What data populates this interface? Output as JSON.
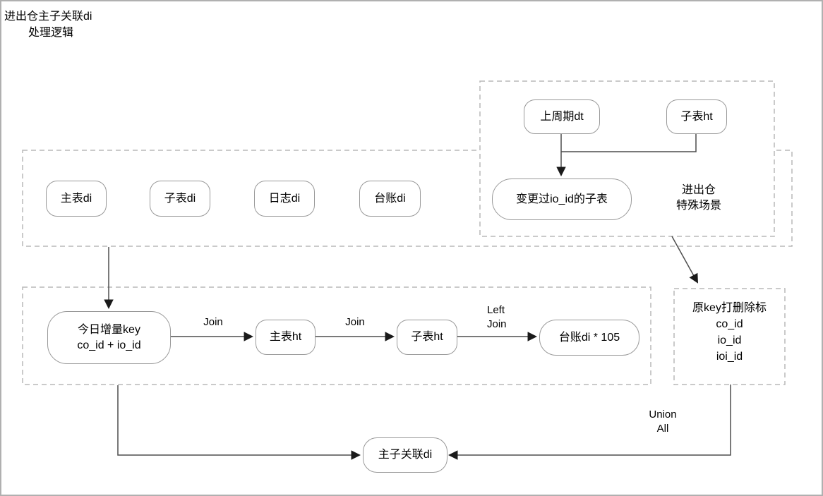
{
  "title": {
    "line1": "进出仓主子关联di",
    "line2": "处理逻辑"
  },
  "groups": {
    "special_scene": {
      "label_line1": "进出仓",
      "label_line2": "特殊场景"
    },
    "delete_mark": {
      "line1": "原key打删除标",
      "line2": "co_id",
      "line3": "io_id",
      "line4": "ioi_id"
    }
  },
  "nodes": {
    "last_cycle_dt": "上周期dt",
    "child_table_ht_top": "子表ht",
    "changed_io_id_child": "变更过io_id的子表",
    "main_table_di": "主表di",
    "child_table_di": "子表di",
    "log_di": "日志di",
    "ledger_di": "台账di",
    "today_incr_key_line1": "今日增量key",
    "today_incr_key_line2": "co_id + io_id",
    "main_table_ht": "主表ht",
    "child_table_ht": "子表ht",
    "ledger_di_105": "台账di * 105",
    "result_di": "主子关联di"
  },
  "edge_labels": {
    "join_1": "Join",
    "join_2": "Join",
    "left_join_line1": "Left",
    "left_join_line2": "Join",
    "union_all_line1": "Union",
    "union_all_line2": "All"
  },
  "colors": {
    "node_border": "#999999",
    "dashed_border": "#b8b8b8",
    "connector": "#4d4d4d",
    "arrowhead": "#1a1a1a",
    "text": "#000000",
    "background": "#ffffff"
  }
}
